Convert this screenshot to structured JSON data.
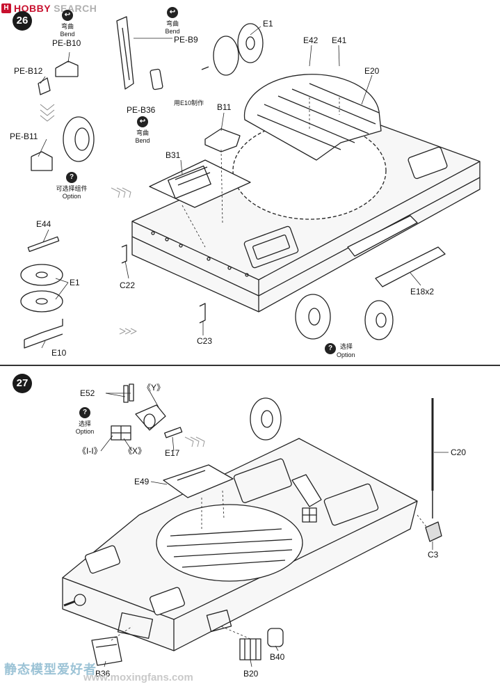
{
  "watermark": {
    "logo_text_a": "HOBBY",
    "logo_text_b": "SEARCH",
    "cn_text": "静态模型爱好者",
    "url": "www.moxingfans.com"
  },
  "steps": [
    {
      "number": "26"
    },
    {
      "number": "27"
    }
  ],
  "step26": {
    "parts": {
      "pe_b10": "PE-B10",
      "pe_b9": "PE-B9",
      "pe_b12": "PE-B12",
      "pe_b11": "PE-B11",
      "pe_b36": "PE-B36",
      "e1_top": "E1",
      "e42": "E42",
      "e41": "E41",
      "e20": "E20",
      "b11": "B11",
      "b31": "B31",
      "e44": "E44",
      "e1_bottom": "E1",
      "e10": "E10",
      "c22": "C22",
      "c23": "C23",
      "e18x2": "E18x2"
    },
    "notes": {
      "bend_cn_1": "弯曲",
      "bend_en_1": "Bend",
      "bend_cn_2": "弯曲",
      "bend_en_2": "Bend",
      "use_e10_cn": "用E10制作",
      "optional_cn": "可选择组件",
      "optional_en": "Option",
      "select_cn": "选择",
      "select_en": "Option"
    },
    "icons": [
      "bend-icon",
      "question-icon",
      "flow-arrow-icon"
    ]
  },
  "step27": {
    "parts": {
      "e52": "E52",
      "y": "《Y》",
      "ii": "《I-I》",
      "x": "《X》",
      "e17": "E17",
      "c20": "C20",
      "e49": "E49",
      "c3": "C3",
      "b36": "B36",
      "b20": "B20",
      "b40": "B40"
    },
    "notes": {
      "select_cn": "选择",
      "select_en": "Option"
    }
  }
}
